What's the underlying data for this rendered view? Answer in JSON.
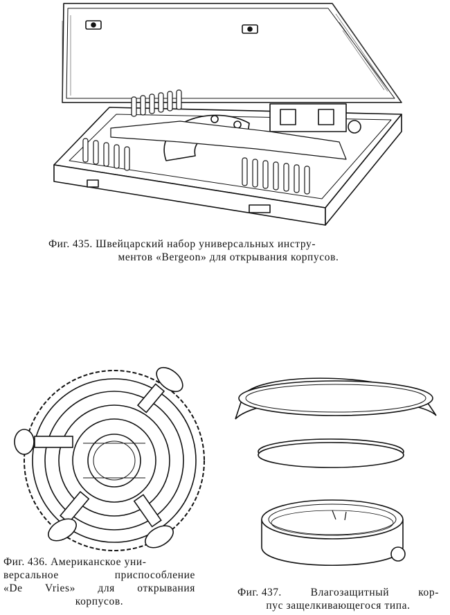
{
  "figures": [
    {
      "id": "435",
      "label": "Фиг. 435.",
      "lines": [
        [
          "Швейцарский набор универсальных инстру-"
        ],
        [
          "ментов «Bergeon» для открывания корпусов."
        ]
      ]
    },
    {
      "id": "436",
      "label": "Фиг. 436.",
      "lines": [
        [
          "Американское уни-"
        ],
        [
          "версальное",
          "приспособление"
        ],
        [
          "«De",
          "Vries»",
          "для",
          "открывания"
        ],
        [
          "корпусов."
        ]
      ]
    },
    {
      "id": "437",
      "label": "Фиг. 437.",
      "lines": [
        [
          "Влагозащитный",
          "кор-"
        ],
        [
          "пус защелкивающегося типа."
        ]
      ]
    }
  ]
}
